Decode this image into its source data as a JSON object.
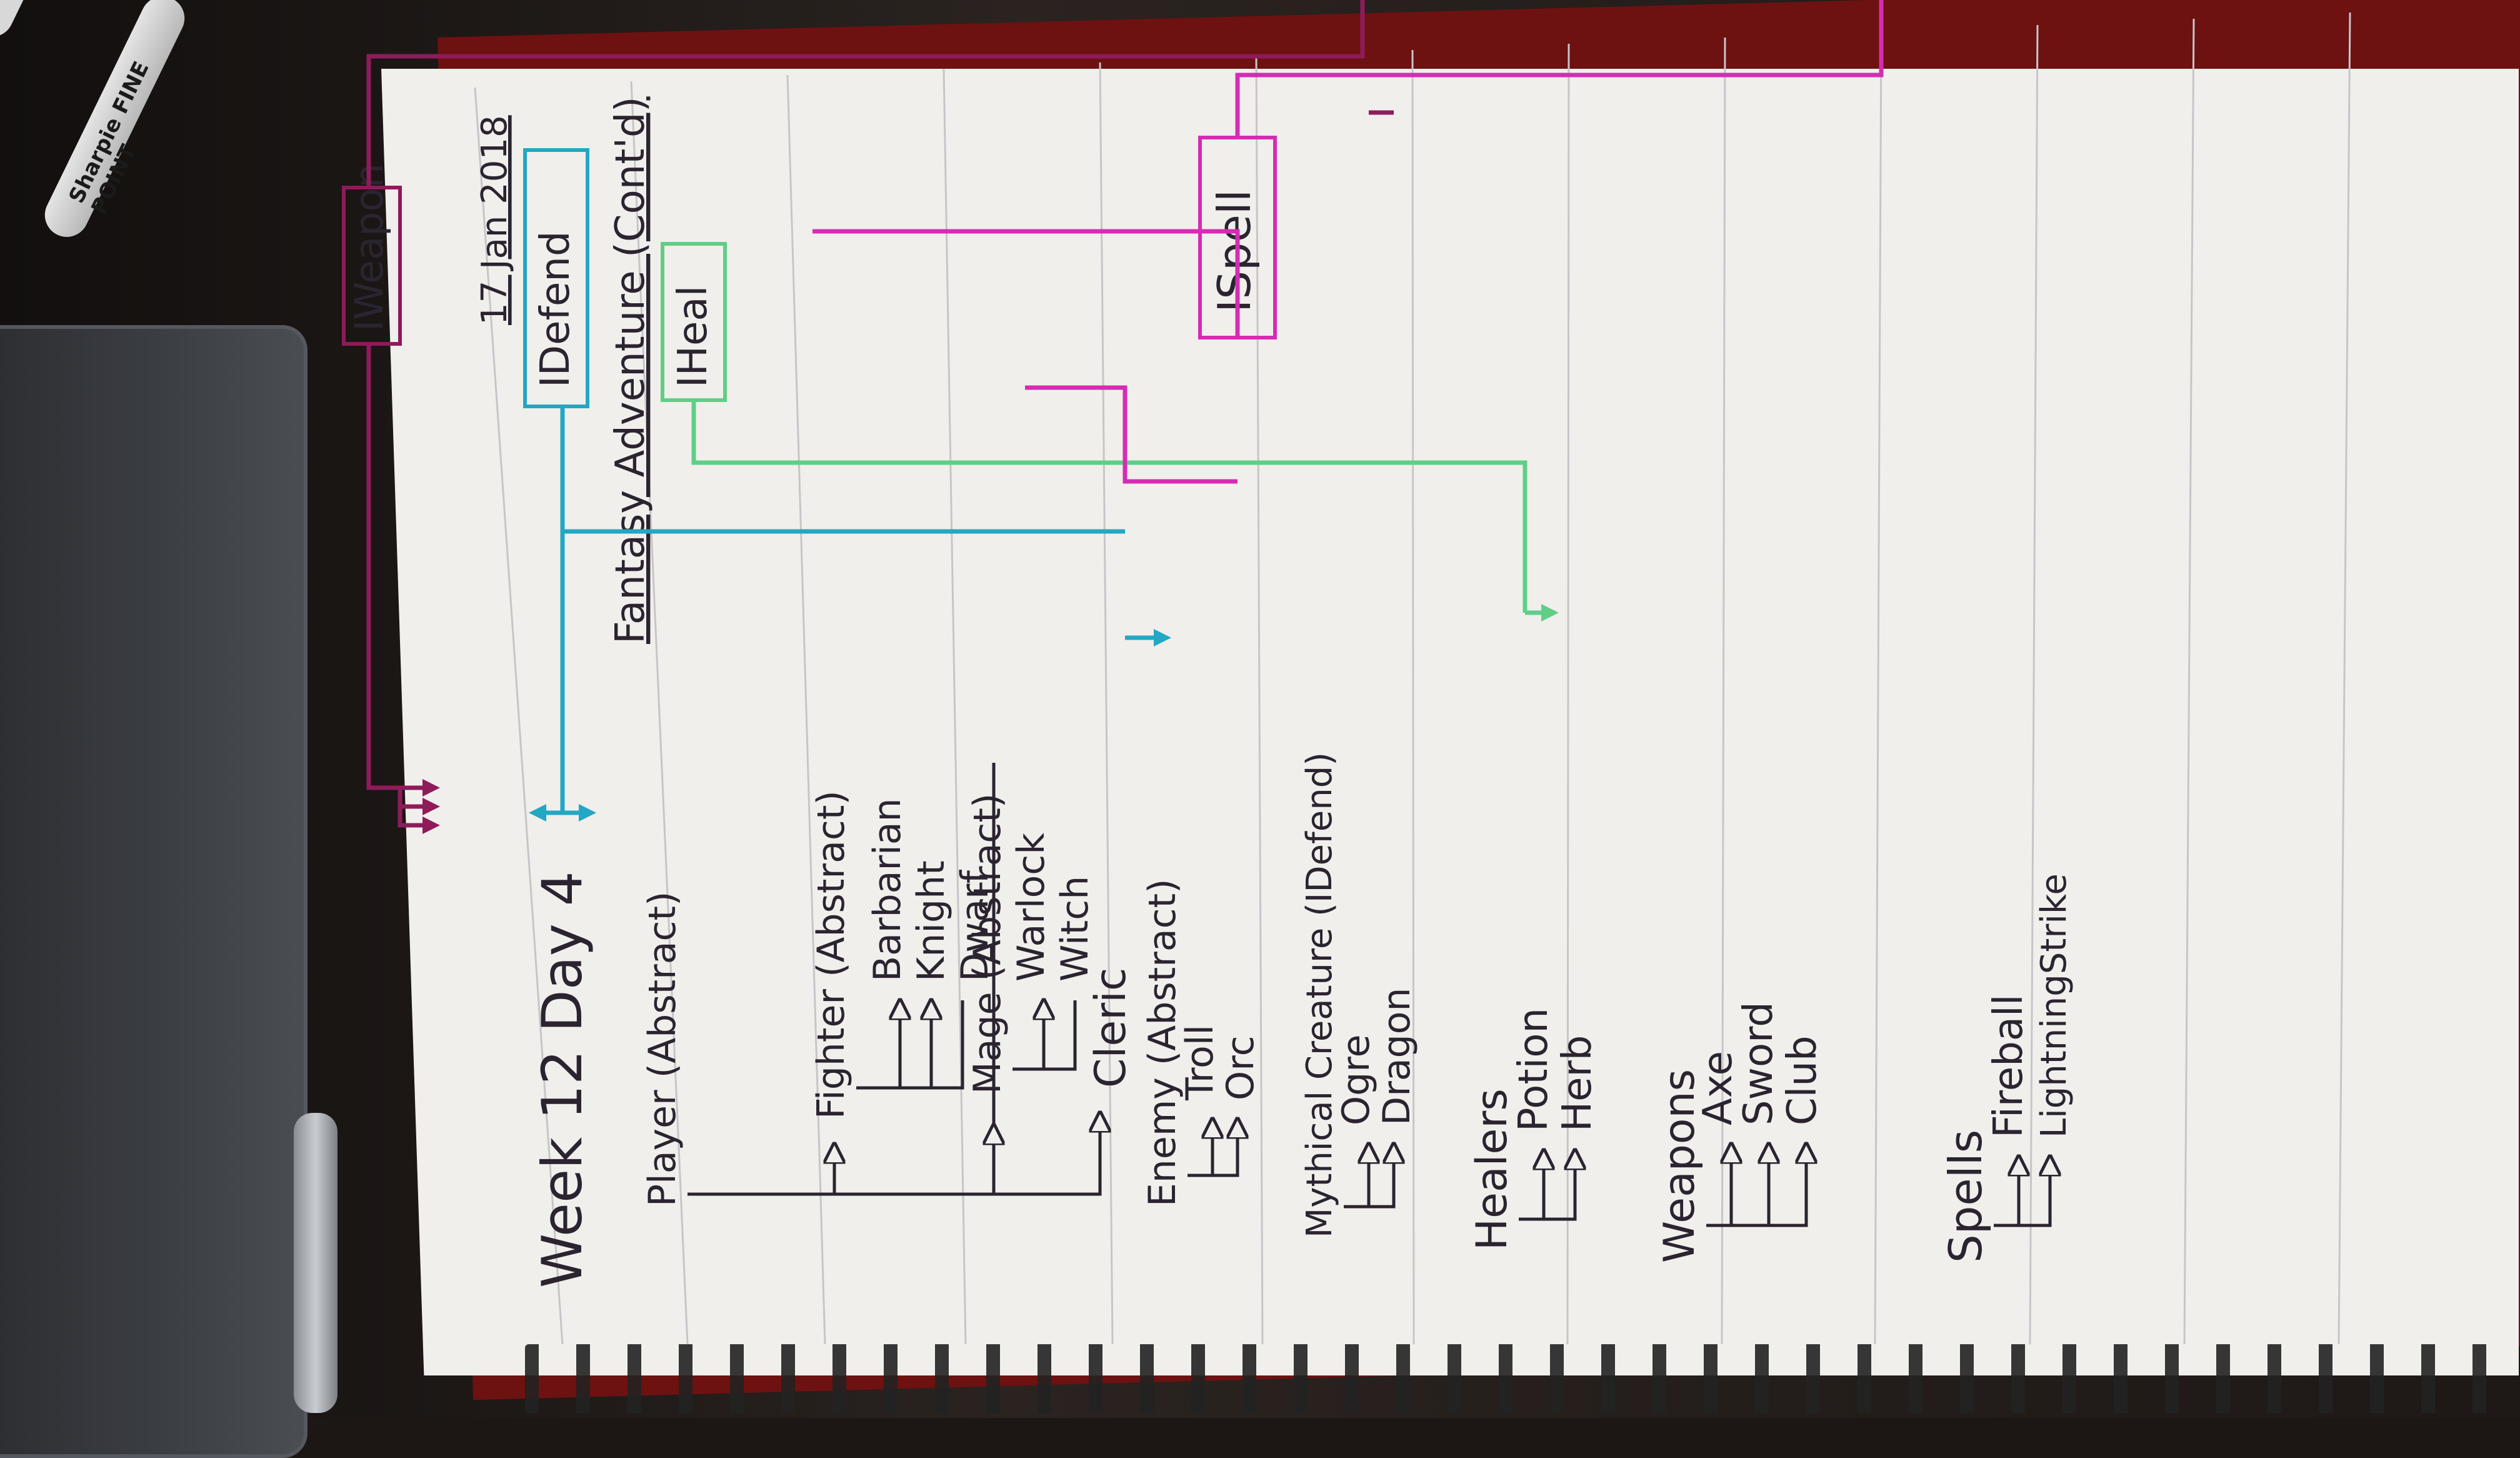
{
  "marker_label": "Sharpie FINE POINT",
  "header": {
    "title": "Week 12 Day 4",
    "subtitle": "Fantasy Adventure (Cont'd)",
    "date": "17 Jan 2018"
  },
  "interfaces": {
    "weapon": "IWeapon",
    "defend": "IDefend",
    "heal": "IHeal",
    "spell": "ISpell"
  },
  "groups": {
    "player": {
      "label": "Player (Abstract)",
      "fighter": "Fighter (Abstract)",
      "fighter_children": [
        "Barbarian",
        "Knight",
        "Dwarf"
      ],
      "mage": "Mage (Abstract)",
      "mage_children": [
        "Warlock",
        "Witch"
      ],
      "cleric": "Cleric"
    },
    "enemy": {
      "label": "Enemy (Abstract)",
      "children": [
        "Troll",
        "Orc"
      ]
    },
    "mythical": {
      "label": "Mythical Creature (IDefend)",
      "children": [
        "Ogre",
        "Dragon"
      ]
    },
    "healers": {
      "label": "Healers",
      "children": [
        "Potion",
        "Herb"
      ]
    },
    "weapons": {
      "label": "Weapons",
      "children": [
        "Axe",
        "Sword",
        "Club"
      ]
    },
    "spells": {
      "label": "Spells",
      "children": [
        "Fireball",
        "LightningStrike"
      ]
    }
  },
  "colors": {
    "ink": "#2b2430",
    "weapon": "#8e1b5a",
    "defend": "#22a7c4",
    "heal": "#5fcf86",
    "spell": "#d52cb4",
    "paper": "#f1efec",
    "rule": "#c7c5c8"
  }
}
